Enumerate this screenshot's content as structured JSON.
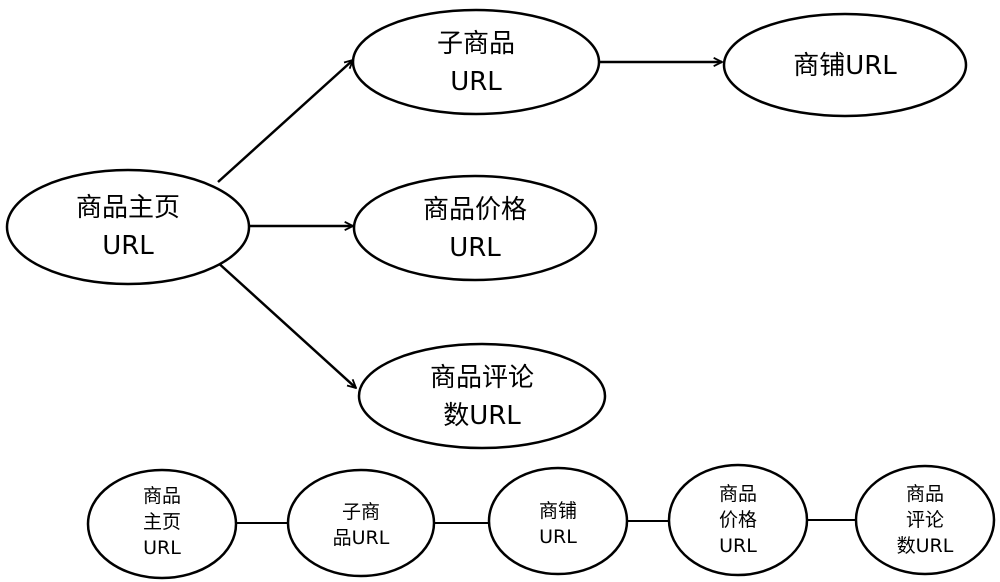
{
  "colors": {
    "stroke": "#000000",
    "fill": "#ffffff",
    "text": "#000000"
  },
  "tree": {
    "nodes": [
      {
        "id": "main",
        "lines": [
          "商品主页",
          "URL"
        ]
      },
      {
        "id": "sub",
        "lines": [
          "子商品",
          "URL"
        ]
      },
      {
        "id": "shop",
        "lines": [
          "商铺URL"
        ]
      },
      {
        "id": "price",
        "lines": [
          "商品价格",
          "URL"
        ]
      },
      {
        "id": "comments",
        "lines": [
          "商品评论",
          "数URL"
        ]
      }
    ],
    "edges": [
      {
        "from": "main",
        "to": "sub"
      },
      {
        "from": "sub",
        "to": "shop"
      },
      {
        "from": "main",
        "to": "price"
      },
      {
        "from": "main",
        "to": "comments"
      }
    ]
  },
  "chain": {
    "nodes": [
      {
        "id": "c_main",
        "lines": [
          "商品",
          "主页",
          "URL"
        ]
      },
      {
        "id": "c_sub",
        "lines": [
          "子商",
          "品URL"
        ]
      },
      {
        "id": "c_shop",
        "lines": [
          "商铺",
          "URL"
        ]
      },
      {
        "id": "c_price",
        "lines": [
          "商品",
          "价格",
          "URL"
        ]
      },
      {
        "id": "c_comments",
        "lines": [
          "商品",
          "评论",
          "数URL"
        ]
      }
    ]
  }
}
